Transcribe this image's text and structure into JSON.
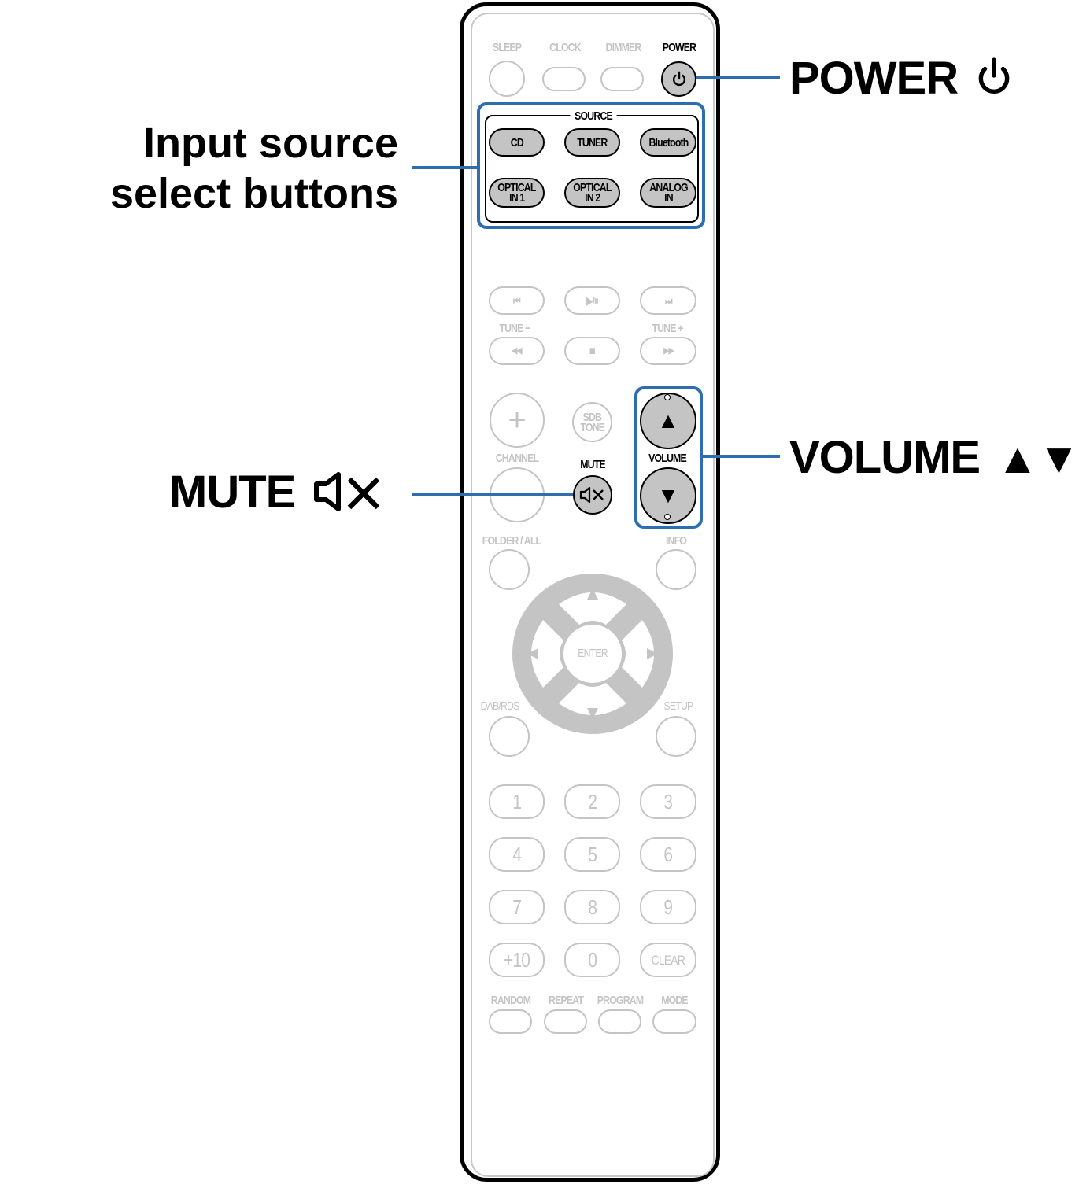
{
  "callouts": {
    "power": "POWER",
    "input_source_line1": "Input source",
    "input_source_line2": "select buttons",
    "mute": "MUTE",
    "volume": "VOLUME",
    "volume_arrows": "▲▼"
  },
  "colors": {
    "highlight": "#2e6db0",
    "inactive": "#c4c4c4",
    "active_fill": "#c4c4c4",
    "outline": "#000000"
  },
  "remote": {
    "top_row": {
      "sleep": "SLEEP",
      "clock": "CLOCK",
      "dimmer": "DIMMER",
      "power": "POWER"
    },
    "source": {
      "header": "SOURCE",
      "buttons": [
        {
          "line1": "CD",
          "line2": ""
        },
        {
          "line1": "TUNER",
          "line2": ""
        },
        {
          "line1": "Bluetooth",
          "line2": ""
        },
        {
          "line1": "OPTICAL",
          "line2": "IN 1"
        },
        {
          "line1": "OPTICAL",
          "line2": "IN 2"
        },
        {
          "line1": "ANALOG",
          "line2": "IN"
        }
      ]
    },
    "transport": {
      "prev": "⏮",
      "play_pause": "▶/⏸",
      "next": "⏭",
      "tune_minus": "TUNE −",
      "tune_plus": "TUNE +",
      "rewind": "◀◀",
      "stop": "■",
      "forward": "▶▶"
    },
    "middle": {
      "channel_plus": "+",
      "channel": "CHANNEL",
      "sdb_line1": "SDB",
      "sdb_line2": "TONE",
      "mute": "MUTE",
      "volume": "VOLUME",
      "vol_up": "▲",
      "vol_down": "▼"
    },
    "nav": {
      "folder_all": "FOLDER / ALL",
      "info": "INFO",
      "up": "▲",
      "down": "▼",
      "left": "◀",
      "right": "▶",
      "enter": "ENTER",
      "dab_rds": "DAB/RDS",
      "setup": "SETUP"
    },
    "keypad": [
      "1",
      "2",
      "3",
      "4",
      "5",
      "6",
      "7",
      "8",
      "9",
      "+10",
      "0",
      "CLEAR"
    ],
    "bottom_row": {
      "random": "RANDOM",
      "repeat": "REPEAT",
      "program": "PROGRAM",
      "mode": "MODE"
    }
  }
}
